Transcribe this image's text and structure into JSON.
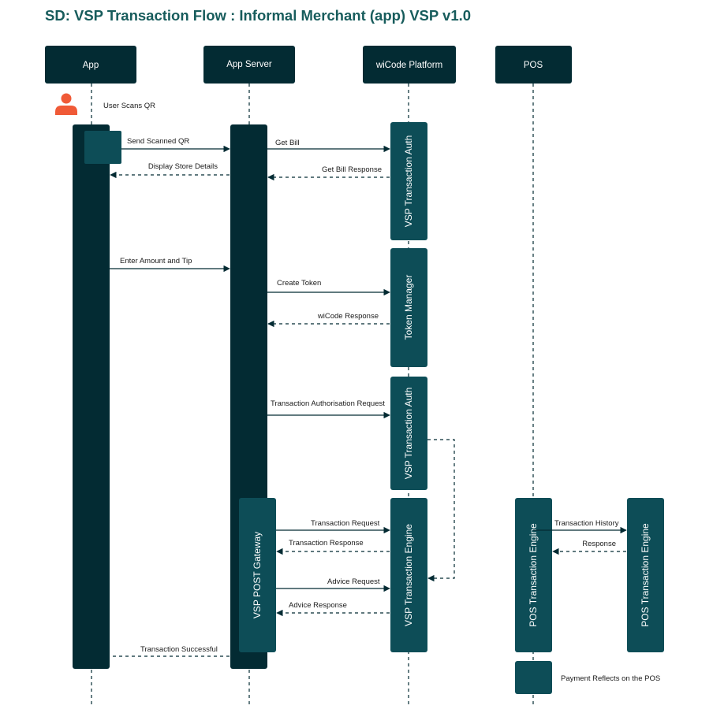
{
  "title": "SD: VSP Transaction Flow : Informal Merchant (app) VSP v1.0",
  "colors": {
    "title": "#175c5c",
    "dark": "#032b33",
    "teal": "#0d4d57",
    "user": "#f05a37",
    "line": "#032b33"
  },
  "participants": [
    {
      "label": "App"
    },
    {
      "label": "App Server"
    },
    {
      "label": "wiCode Platform"
    },
    {
      "label": "POS"
    }
  ],
  "note_user": "User Scans QR",
  "user_icon": "user-icon",
  "components": {
    "vsp_auth_1": "VSP Transaction Auth",
    "token_manager": "Token Manager",
    "vsp_auth_2": "VSP Transaction Auth",
    "vsp_gateway": "VSP POST Gateway",
    "vsp_engine": "VSP Transaction Engine",
    "pos_engine_1": "POS Transaction Engine",
    "pos_engine_2": "POS Transaction Engine"
  },
  "messages": {
    "send_scanned_qr": "Send Scanned QR",
    "get_bill": "Get Bill",
    "display_store_details": "Display Store Details",
    "get_bill_response": "Get Bill Response",
    "enter_amount_tip": "Enter Amount and Tip",
    "create_token": "Create Token",
    "wicode_response": "wiCode Response",
    "txn_auth_request": "Transaction Authorisation Request",
    "transaction_request": "Transaction Request",
    "transaction_response": "Transaction Response",
    "advice_request": "Advice Request",
    "advice_response": "Advice Response",
    "transaction_successful": "Transaction Successful",
    "transaction_history": "Transaction History",
    "response": "Response",
    "payment_reflects": "Payment Reflects on the POS"
  }
}
